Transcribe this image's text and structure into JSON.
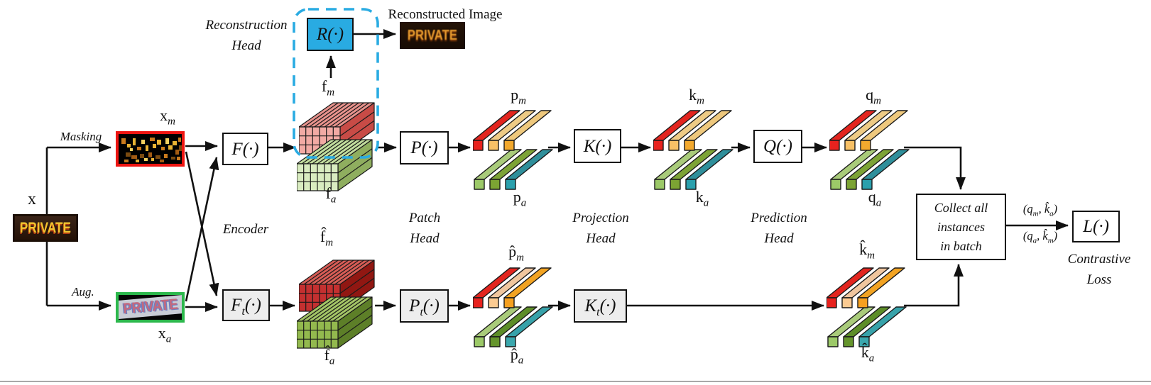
{
  "colors": {
    "accent_blue": "#29abe2",
    "line_black": "#111111",
    "box_gray": "#ededed",
    "r_box_fill": "#29abe2",
    "xm_border": "#ee1511",
    "xa_border": "#2cb84c",
    "bottom_rule": "#a9a9a9"
  },
  "bar_palettes": {
    "plain": {
      "body": [
        "#e3251f",
        "#eecb85",
        "#eec87d",
        "#a9cb7a",
        "#7da336",
        "#2f8f9b"
      ],
      "cap": [
        "#e8221e",
        "#f7c066",
        "#f3a92e",
        "#9cc968",
        "#7ca433",
        "#2aa0ad"
      ]
    },
    "hat": {
      "body": [
        "#e3251f",
        "#f0c69e",
        "#f2a322",
        "#a9cb7a",
        "#5d8d28",
        "#37a2aa"
      ],
      "cap": [
        "#e8221e",
        "#fbcb92",
        "#f6a01f",
        "#9cc968",
        "#65952c",
        "#3aa7ad"
      ]
    }
  },
  "tensor_palettes": {
    "light_red": {
      "front": "#f2aaa4",
      "top": "#e9938d",
      "side": "#c84b46"
    },
    "light_green": {
      "front": "#d9ecc0",
      "top": "#c2dd9e",
      "side": "#8fae5f"
    },
    "dark_red": {
      "front": "#c43030",
      "top": "#d85c55",
      "side": "#911712"
    },
    "dark_green": {
      "front": "#93b94e",
      "top": "#a4c566",
      "side": "#5d7f28"
    }
  },
  "source": {
    "x_label": "x",
    "image_text": "PRIVATE",
    "masking_label": "Masking",
    "aug_label": "Aug.",
    "xm_label": {
      "base": "x",
      "sub": "m"
    },
    "xa_label": {
      "base": "x",
      "sub": "a"
    }
  },
  "encoder": {
    "caption": "Encoder",
    "f_box": {
      "pre": "F",
      "sub": "",
      "post": "(·)"
    },
    "ft_box": {
      "pre": "F",
      "sub": "t",
      "post": "(·)"
    }
  },
  "reconstruction": {
    "caption_line1": "Reconstruction",
    "caption_line2": "Head",
    "r_box": {
      "pre": "R",
      "sub": "",
      "post": "(·)"
    },
    "output_caption": "Reconstructed Image",
    "output_text": "PRIVATE"
  },
  "features": {
    "fm": {
      "base": "f",
      "sub": "m"
    },
    "fa": {
      "base": "f",
      "sub": "a"
    },
    "fhm": {
      "base": "f̂",
      "sub": "m"
    },
    "fha": {
      "base": "f̂",
      "sub": "a"
    }
  },
  "patch_head": {
    "caption_line1": "Patch",
    "caption_line2": "Head",
    "p_box": {
      "pre": "P",
      "sub": "",
      "post": "(·)"
    },
    "pt_box": {
      "pre": "P",
      "sub": "t",
      "post": "(·)"
    },
    "pm": {
      "base": "p",
      "sub": "m"
    },
    "pa": {
      "base": "p",
      "sub": "a"
    },
    "phm": {
      "base": "p̂",
      "sub": "m"
    },
    "pha": {
      "base": "p̂",
      "sub": "a"
    }
  },
  "projection_head": {
    "caption_line1": "Projection",
    "caption_line2": "Head",
    "k_box": {
      "pre": "K",
      "sub": "",
      "post": "(·)"
    },
    "kt_box": {
      "pre": "K",
      "sub": "t",
      "post": "(·)"
    },
    "km": {
      "base": "k",
      "sub": "m"
    },
    "ka": {
      "base": "k",
      "sub": "a"
    },
    "khm": {
      "base": "k̂",
      "sub": "m"
    },
    "kha": {
      "base": "k̂",
      "sub": "a"
    }
  },
  "prediction_head": {
    "caption_line1": "Prediction",
    "caption_line2": "Head",
    "q_box": {
      "pre": "Q",
      "sub": "",
      "post": "(·)"
    },
    "qm": {
      "base": "q",
      "sub": "m"
    },
    "qa": {
      "base": "q",
      "sub": "a"
    }
  },
  "loss": {
    "collect_line1": "Collect all",
    "collect_line2": "instances",
    "collect_line3": "in batch",
    "pair1": {
      "p1": "(q",
      "s1": "m",
      "p2": ", k̂",
      "s2": "a",
      "p3": ")"
    },
    "pair2": {
      "p1": "(q",
      "s1": "a",
      "p2": ", k̂",
      "s2": "m",
      "p3": ")"
    },
    "l_box": {
      "pre": "L",
      "sub": "",
      "post": "(·)"
    },
    "caption_line1": "Contrastive",
    "caption_line2": "Loss"
  }
}
